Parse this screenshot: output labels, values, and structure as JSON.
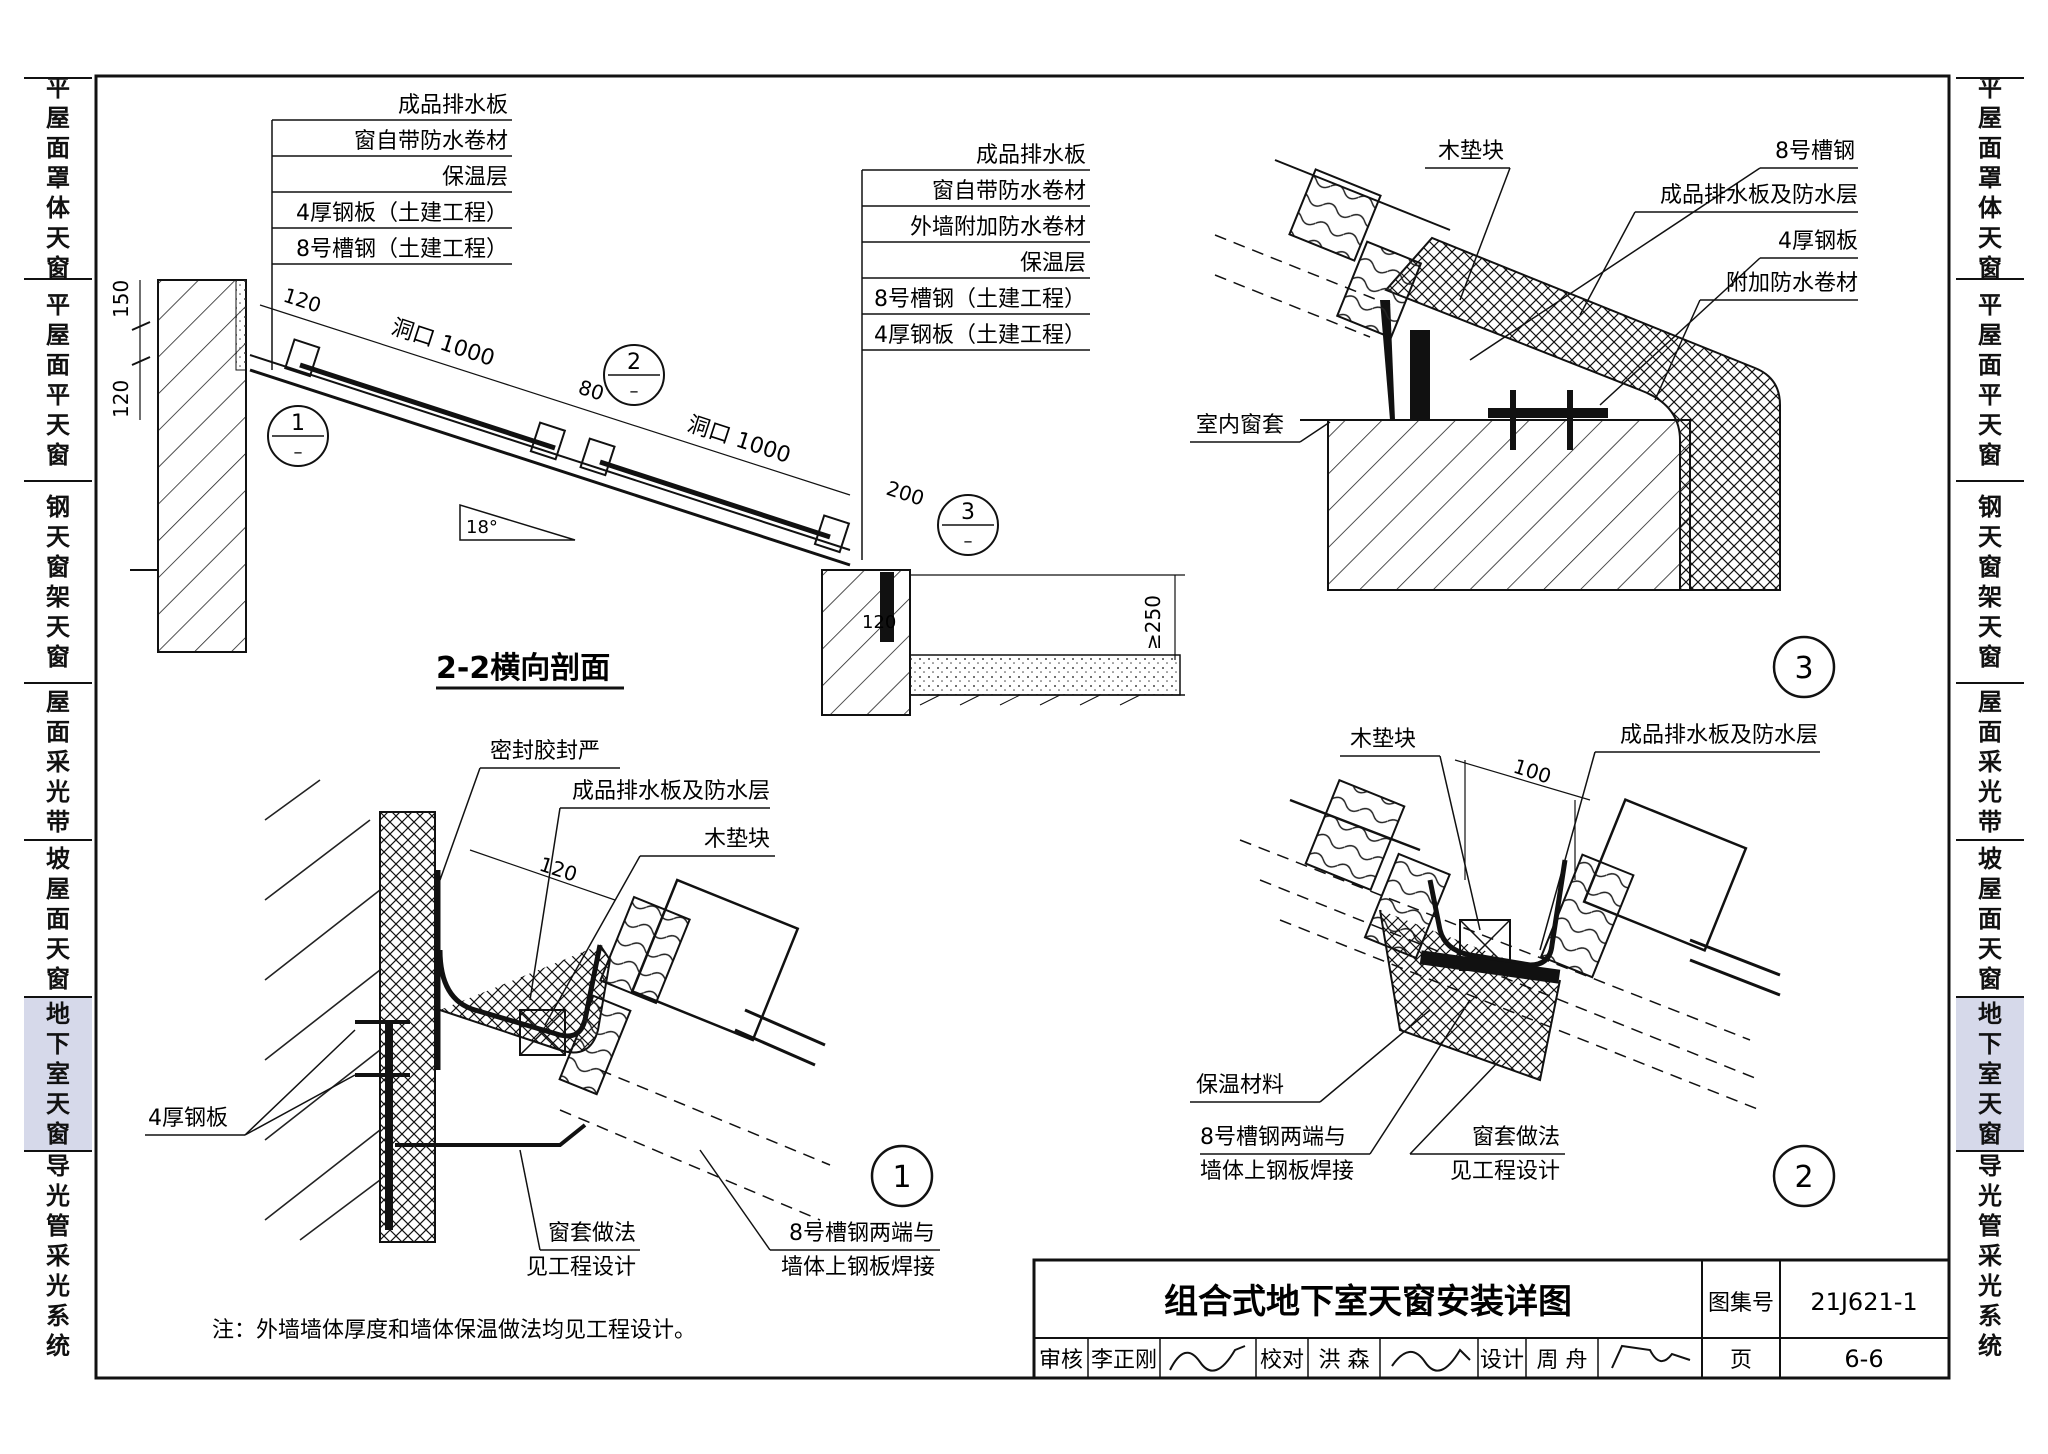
{
  "side_tabs": [
    {
      "label": "平屋面罩体天窗",
      "active": false
    },
    {
      "label": "平屋面平天窗",
      "active": false
    },
    {
      "label": "钢天窗架天窗",
      "active": false
    },
    {
      "label": "屋面采光带",
      "active": false
    },
    {
      "label": "坡屋面天窗",
      "active": false
    },
    {
      "label": "地下室天窗",
      "active": true
    },
    {
      "label": "导光管采光系统",
      "active": false
    }
  ],
  "section_2_2": {
    "title": "2-2横向剖面",
    "left_labels": [
      "成品排水板",
      "窗自带防水卷材",
      "保温层",
      "4厚钢板（土建工程）",
      "8号槽钢（土建工程）"
    ],
    "right_labels": [
      "成品排水板",
      "窗自带防水卷材",
      "外墙附加防水卷材",
      "保温层",
      "8号槽钢（土建工程）",
      "4厚钢板（土建工程）"
    ],
    "dims": {
      "d150": "150",
      "d120_left": "120",
      "d120_top": "120",
      "opening1": "洞口 1000",
      "d80": "80",
      "opening2": "洞口 1000",
      "d200": "200",
      "d250": "≥250",
      "d120_bottom": "120",
      "angle": "18°"
    },
    "callout_1": {
      "num": "1",
      "sub": "–"
    },
    "callout_2": {
      "num": "2",
      "sub": "–"
    },
    "callout_3": {
      "num": "3",
      "sub": "–"
    }
  },
  "detail_3": {
    "number": "3",
    "labels": {
      "wood_block": "木垫块",
      "channel": "8号槽钢",
      "drain": "成品排水板及防水层",
      "plate": "4厚钢板",
      "extra": "附加防水卷材",
      "casing": "室内窗套"
    }
  },
  "detail_1": {
    "number": "1",
    "labels": {
      "sealant": "密封胶封严",
      "drain": "成品排水板及防水层",
      "dim120": "120",
      "wood": "木垫块",
      "plate": "4厚钢板",
      "casing_1": "窗套做法",
      "casing_2": "见工程设计",
      "weld_1": "8号槽钢两端与",
      "weld_2": "墙体上钢板焊接"
    }
  },
  "detail_2": {
    "number": "2",
    "labels": {
      "wood": "木垫块",
      "drain": "成品排水板及防水层",
      "dim100": "100",
      "insul": "保温材料",
      "weld_1": "8号槽钢两端与",
      "weld_2": "墙体上钢板焊接",
      "casing_1": "窗套做法",
      "casing_2": "见工程设计"
    }
  },
  "note": "注：外墙墙体厚度和墙体保温做法均见工程设计。",
  "title_block": {
    "title": "组合式地下室天窗安装详图",
    "atlas_label": "图集号",
    "atlas_no": "21J621-1",
    "review_label": "审核",
    "review_name": "李正刚",
    "check_label": "校对",
    "check_name": "洪 森",
    "design_label": "设计",
    "design_name": "周 舟",
    "page_label": "页",
    "page_no": "6-6"
  }
}
